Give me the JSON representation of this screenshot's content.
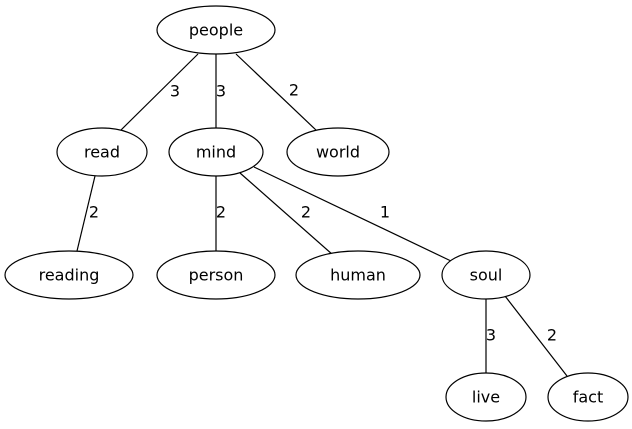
{
  "graph": {
    "nodes": [
      {
        "id": "people",
        "label": "people"
      },
      {
        "id": "read",
        "label": "read"
      },
      {
        "id": "mind",
        "label": "mind"
      },
      {
        "id": "world",
        "label": "world"
      },
      {
        "id": "reading",
        "label": "reading"
      },
      {
        "id": "person",
        "label": "person"
      },
      {
        "id": "human",
        "label": "human"
      },
      {
        "id": "soul",
        "label": "soul"
      },
      {
        "id": "live",
        "label": "live"
      },
      {
        "id": "fact",
        "label": "fact"
      }
    ],
    "edges": [
      {
        "from": "people",
        "to": "read",
        "weight": "3"
      },
      {
        "from": "people",
        "to": "mind",
        "weight": "3"
      },
      {
        "from": "people",
        "to": "world",
        "weight": "2"
      },
      {
        "from": "read",
        "to": "reading",
        "weight": "2"
      },
      {
        "from": "mind",
        "to": "person",
        "weight": "2"
      },
      {
        "from": "mind",
        "to": "human",
        "weight": "2"
      },
      {
        "from": "mind",
        "to": "soul",
        "weight": "1"
      },
      {
        "from": "soul",
        "to": "live",
        "weight": "3"
      },
      {
        "from": "soul",
        "to": "fact",
        "weight": "2"
      }
    ]
  }
}
